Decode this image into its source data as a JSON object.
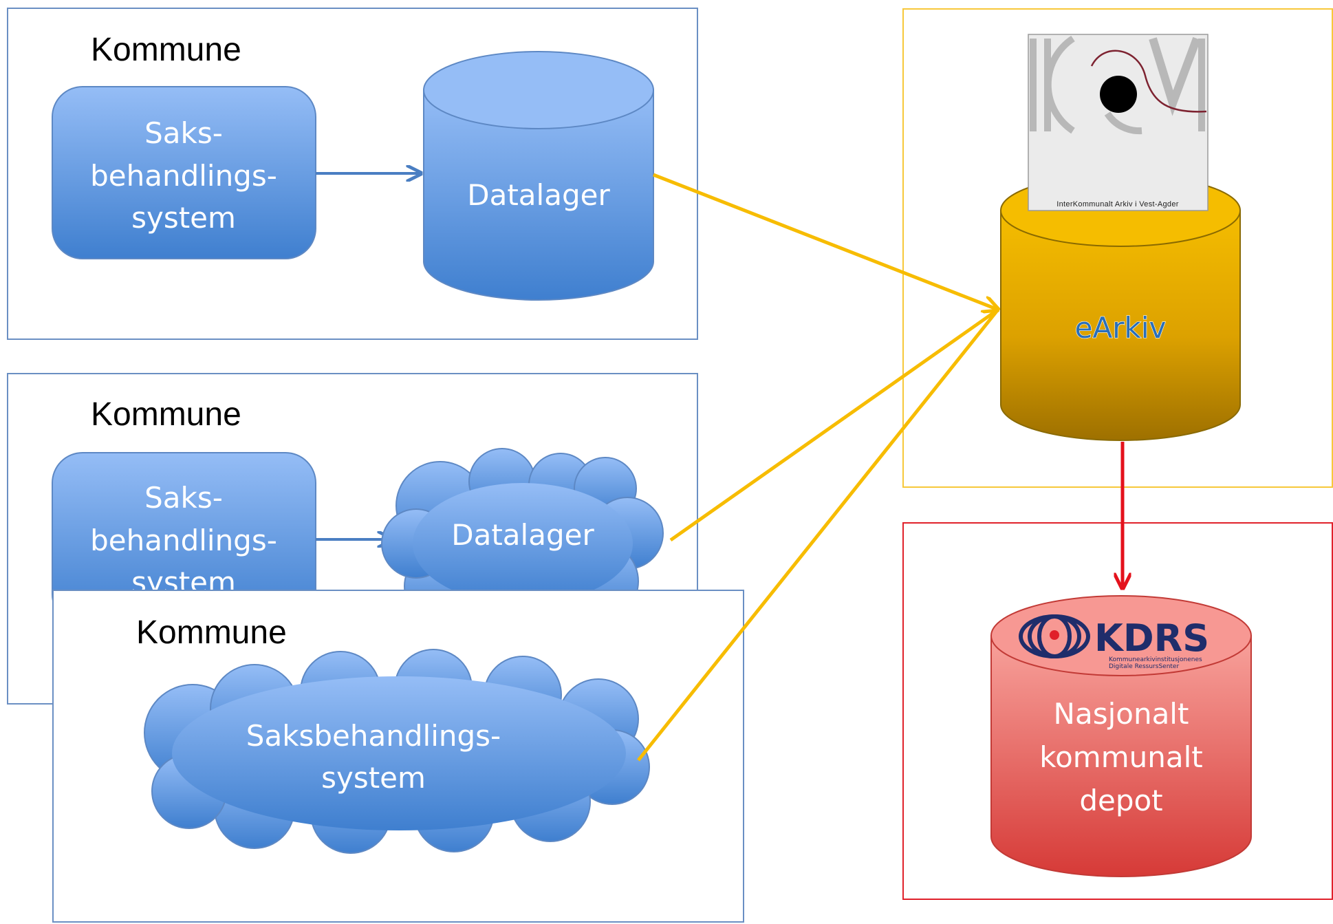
{
  "kommune_boxes": [
    {
      "title": "Kommune",
      "app_label": [
        "Saks-",
        "behandlings-",
        "system"
      ],
      "store_label": "Datalager"
    },
    {
      "title": "Kommune",
      "app_label": [
        "Saks-",
        "behandlings-",
        "system"
      ],
      "store_label": "Datalager"
    },
    {
      "title": "Kommune",
      "cloud_label": [
        "Saksbehandlings-",
        "system"
      ]
    }
  ],
  "archive": {
    "label": "eArkiv",
    "logo_caption": "InterKommunalt Arkiv i Vest-Agder"
  },
  "depot": {
    "logo_text": "KDRS",
    "logo_sub": [
      "Kommunearkivinstitusjonenes",
      "Digitale RessursSenter"
    ],
    "label": [
      "Nasjonalt",
      "kommunalt",
      "depot"
    ]
  },
  "colors": {
    "blue_light": "#95bdf6",
    "blue_dark": "#3f7fcf",
    "box_border": "#6a8fc3",
    "gold": "#f5bd00",
    "gold_dark": "#a27400",
    "red_border": "#e0202a",
    "red_light": "#f79893",
    "red_dark": "#d73b38"
  }
}
